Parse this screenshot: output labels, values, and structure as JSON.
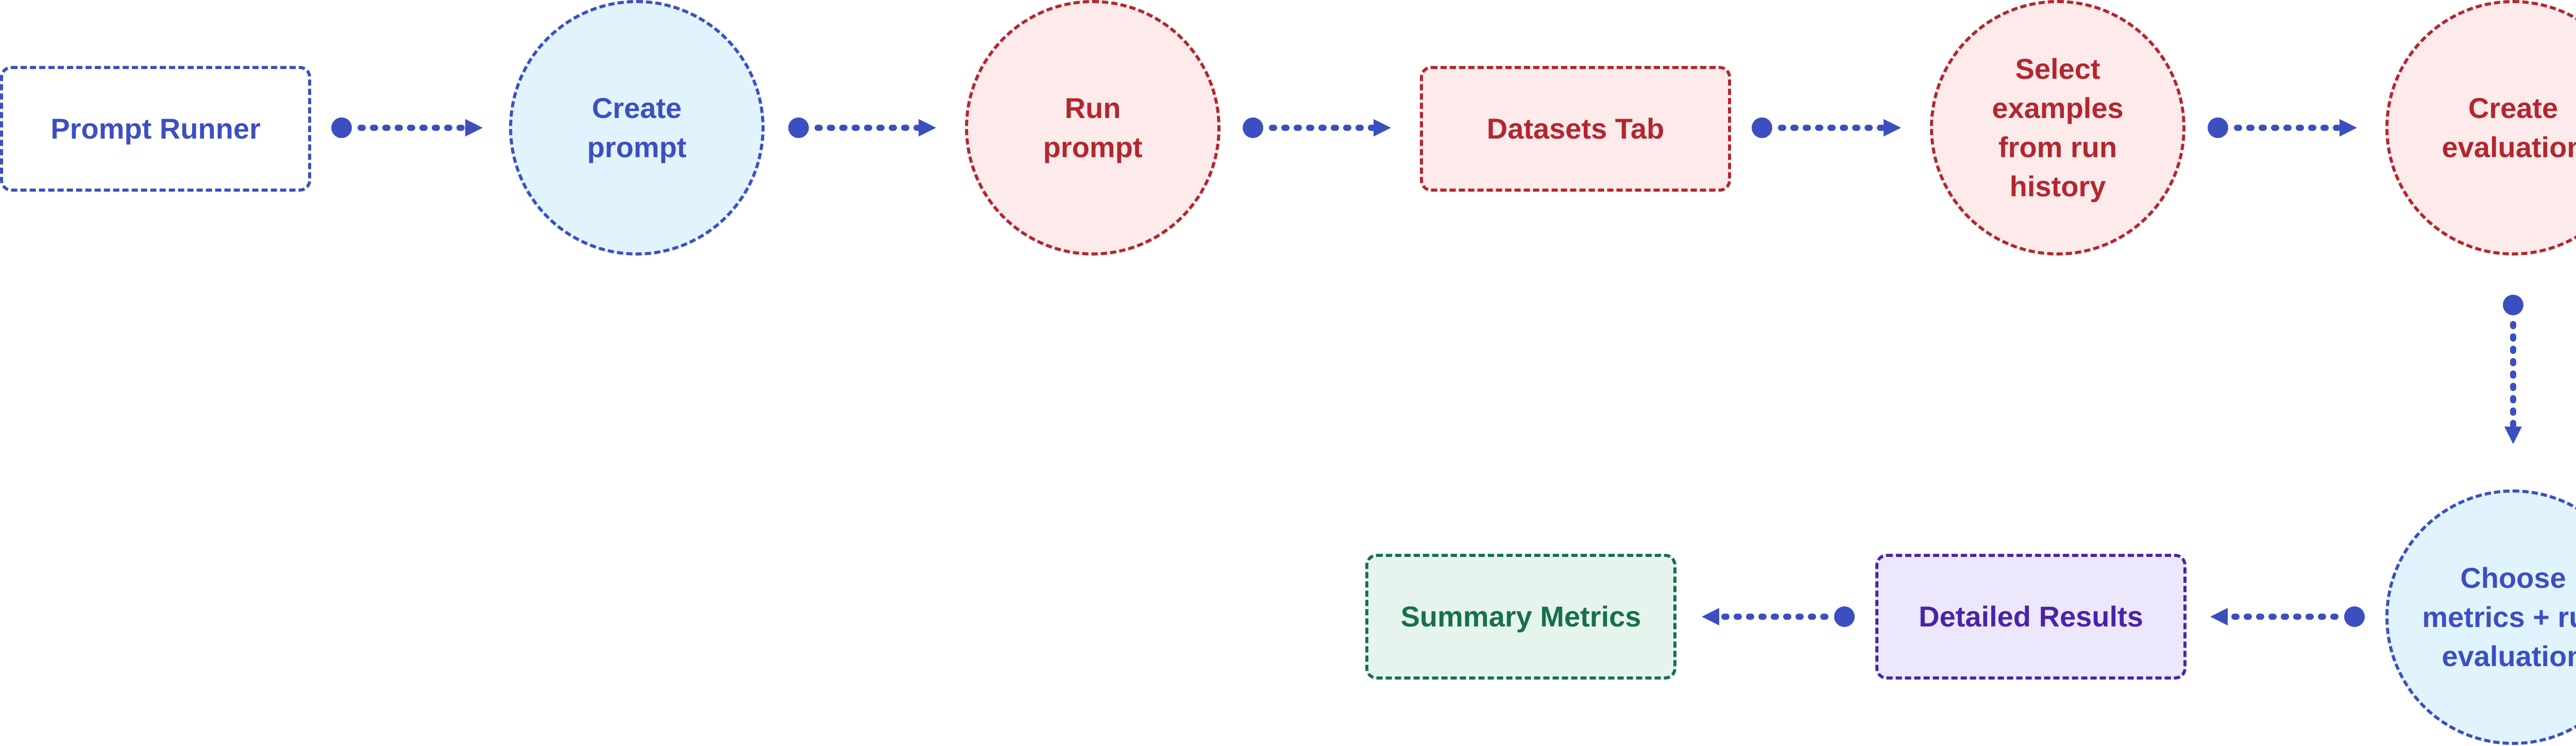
{
  "diagram": {
    "nodes": {
      "prompt_runner": {
        "label": "Prompt Runner"
      },
      "create_prompt": {
        "label": "Create\nprompt"
      },
      "run_prompt": {
        "label": "Run\nprompt"
      },
      "datasets_tab": {
        "label": "Datasets Tab"
      },
      "select_examples": {
        "label": "Select\nexamples\nfrom run\nhistory"
      },
      "create_evaluation": {
        "label": "Create\nevaluation"
      },
      "choose_metrics": {
        "label": "Choose\nmetrics + run\nevaluation"
      },
      "detailed_results": {
        "label": "Detailed Results"
      },
      "summary_metrics": {
        "label": "Summary Metrics"
      }
    },
    "connector_color": "#3b4fc1",
    "colors": {
      "blue": "#3b4fc1",
      "blue_fill": "#e1f3fc",
      "red": "#b3262f",
      "red_fill": "#fdeaea",
      "purple": "#4a23a8",
      "purple_fill": "#ece7fb",
      "green": "#17704a",
      "green_fill": "#e6f4ee"
    }
  }
}
